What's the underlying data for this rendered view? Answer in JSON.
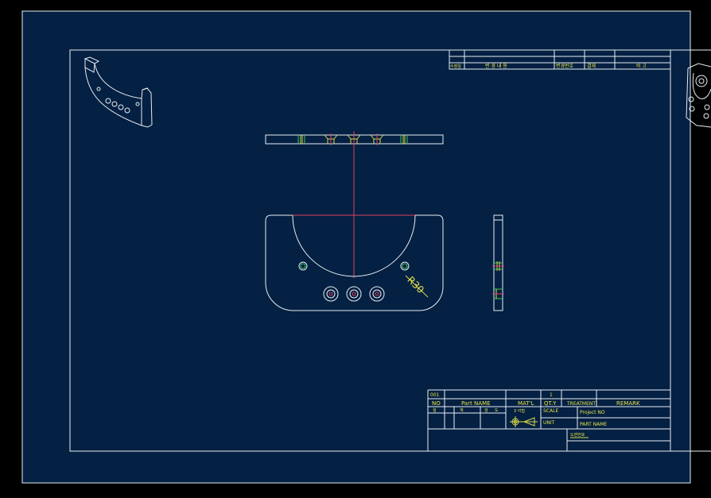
{
  "colors": {
    "background": "#000000",
    "paper": "#042042",
    "line_white": "#e8eef5",
    "text_yellow": "#e6e34a",
    "center_red": "#e04060",
    "hidden_green": "#3ec858"
  },
  "dimension": {
    "radius_label": "R30"
  },
  "rev_block": {
    "cells": [
      "수정일",
      "변 경 내 용",
      "변경번호",
      "결재",
      "비 고"
    ]
  },
  "title_block": {
    "row1": {
      "no": "001",
      "qty": "1",
      "remark": ""
    },
    "headers": {
      "no": "NO",
      "part_name": "Part NAME",
      "matl": "MAT'L",
      "qty": "QT.Y",
      "treatment": "TREATMENT",
      "remark": "REMARK"
    },
    "sign_row": [
      "설",
      "계",
      "검",
      "도"
    ],
    "angle_label": "3 각법",
    "scale_label": "SCALE",
    "unit_label": "UNIT",
    "project_no_label": "Project NO",
    "part_name_label": "PART NAME",
    "drawing_label": "도면번호"
  }
}
